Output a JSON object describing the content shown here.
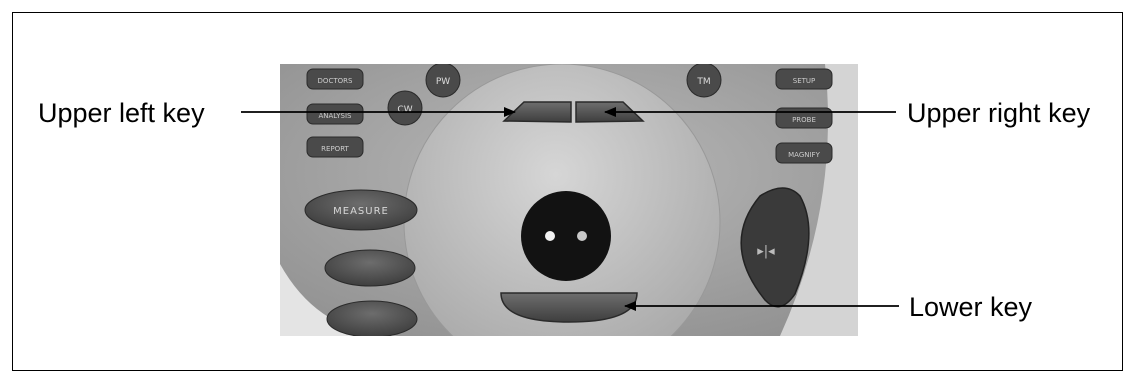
{
  "diagram": {
    "callouts": {
      "upper_left": "Upper left key",
      "upper_right": "Upper right key",
      "lower": "Lower key"
    },
    "panel": {
      "buttons_left": [
        "DOCTORS",
        "ANALYSIS",
        "REPORT"
      ],
      "buttons_right": [
        "SETUP",
        "PROBE",
        "MAGNIFY"
      ],
      "round_keys": [
        "PW",
        "CW",
        "TM"
      ],
      "oval_keys": [
        "MEASURE"
      ],
      "freeze_symbol": "▸|◂"
    }
  }
}
